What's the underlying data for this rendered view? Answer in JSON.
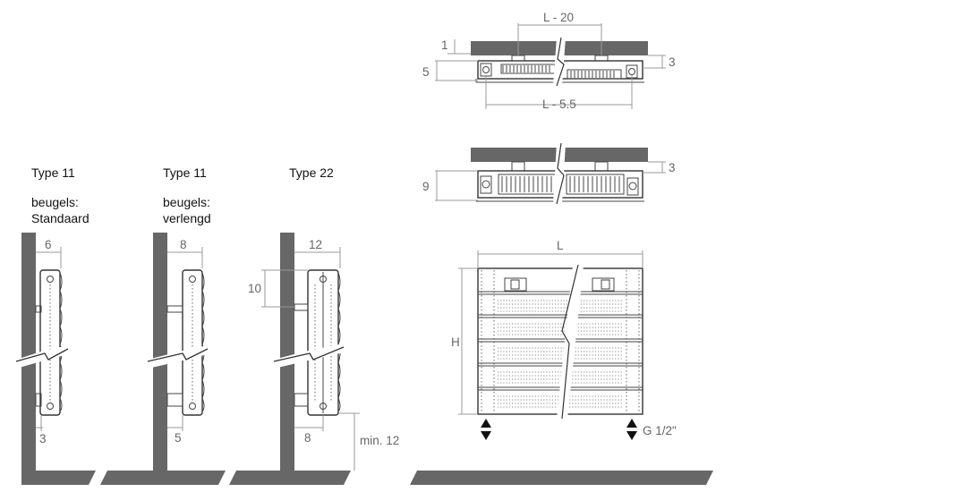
{
  "side_views": [
    {
      "type": "Type 11",
      "bracket_label": "beugels:",
      "bracket_type": "Standaard",
      "depth": "6",
      "bottom_offset": "3"
    },
    {
      "type": "Type 11",
      "bracket_label": "beugels:",
      "bracket_type": "verlengd",
      "depth": "8",
      "bottom_offset": "5"
    },
    {
      "type": "Type 22",
      "depth": "12",
      "top_offset": "10",
      "bottom_offset": "8",
      "floor_clearance": "min. 12"
    }
  ],
  "top_views": {
    "bracket_spacing": "L - 20",
    "wall_gap": "1",
    "type11_depth": "5",
    "bracket_offset": "3",
    "pipe_spacing": "L - 5.5",
    "type22_depth": "9",
    "type22_bracket_offset": "3"
  },
  "front_view": {
    "width": "L",
    "height": "H",
    "connection": "G 1/2\""
  },
  "colors": {
    "wall": "#676767",
    "dimension": "#9a9a9a",
    "outline": "#333333"
  }
}
